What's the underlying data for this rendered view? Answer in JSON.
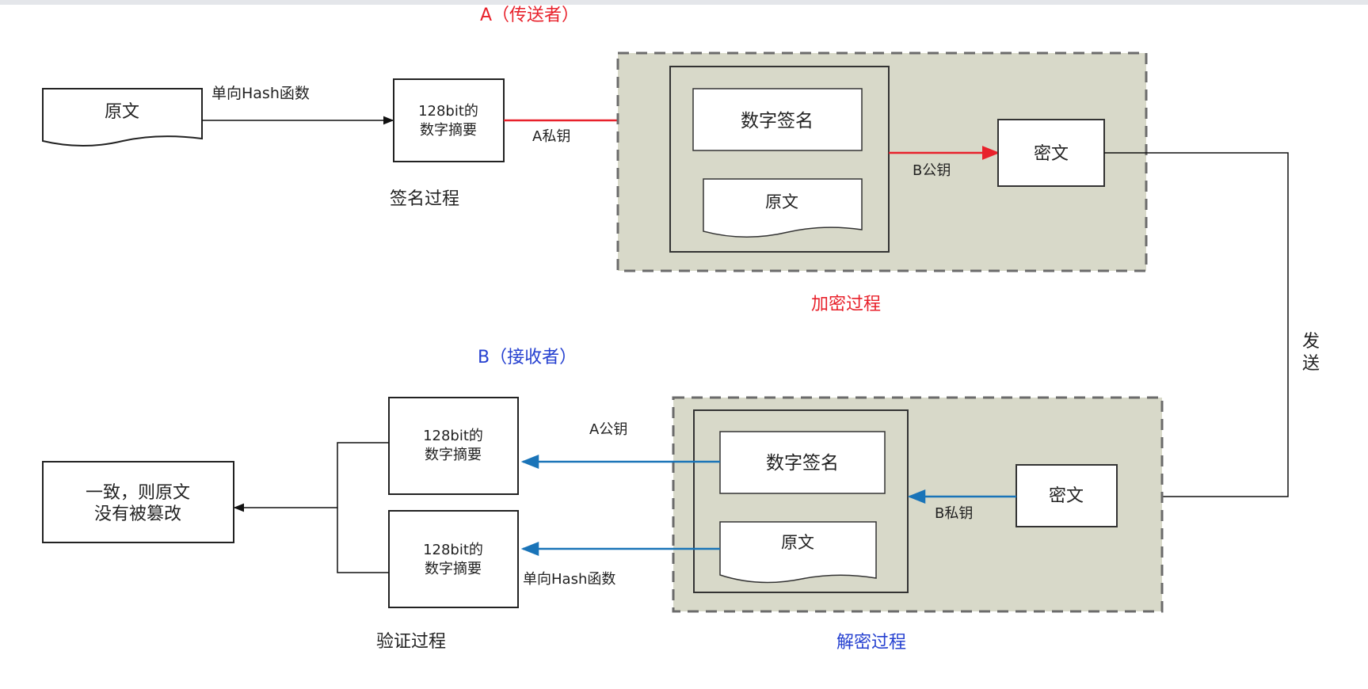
{
  "colors": {
    "red": "#e8212b",
    "blue": "#1a74b8",
    "blue_text": "#2540d0",
    "panel_fill": "#d8d9c9",
    "panel_border": "#6b6b6b"
  },
  "sender": {
    "title": "A（传送者）",
    "plaintext_doc": "原文",
    "hash_label": "单向Hash函数",
    "digest_line1": "128bit的",
    "digest_line2": "数字摘要",
    "signing_label": "签名过程",
    "a_private_key": "A私钥"
  },
  "encryption": {
    "signature_box": "数字签名",
    "plaintext_doc": "原文",
    "b_public_key": "B公钥",
    "ciphertext_box": "密文",
    "caption": "加密过程"
  },
  "transport": {
    "send_line1": "发",
    "send_line2": "送"
  },
  "receiver": {
    "title": "B（接收者）",
    "a_public_key": "A公钥",
    "digest1_line1": "128bit的",
    "digest1_line2": "数字摘要",
    "digest2_line1": "128bit的",
    "digest2_line2": "数字摘要",
    "hash_label": "单向Hash函数",
    "result_line1": "一致，则原文",
    "result_line2": "没有被篡改",
    "verify_caption": "验证过程"
  },
  "decryption": {
    "signature_box": "数字签名",
    "plaintext_doc": "原文",
    "b_private_key": "B私钥",
    "ciphertext_box": "密文",
    "caption": "解密过程"
  }
}
